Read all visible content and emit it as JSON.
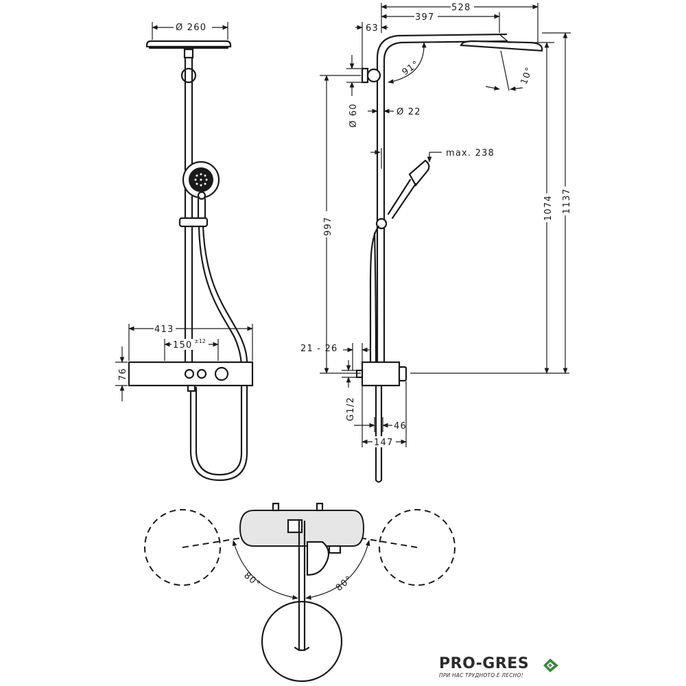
{
  "dimensions": {
    "front_head_diameter": "Ø 260",
    "thermostat_width": "413",
    "outlet_spacing": "150",
    "outlet_spacing_tol": "±12",
    "thermostat_height": "76",
    "arm_reach": "528",
    "arm_to_head": "397",
    "wall_offset_top": "63",
    "arm_angle": "91°",
    "head_tilt": "10°",
    "wall_bracket_diameter": "Ø 60",
    "riser_diameter": "Ø 22",
    "handshower_max": "max. 238",
    "riser_height": "997",
    "total_to_arm": "1074",
    "total_height": "1137",
    "wall_gap": "21 - 26",
    "connection_thread": "G1/2",
    "body_depth": "46",
    "thermostat_depth": "147",
    "swivel_left": "80°",
    "swivel_right": "80°"
  },
  "branding": {
    "name": "PRO-GRES",
    "tagline": "ПРИ НАС ТРУДНОТО Е ЛЕСНО!",
    "colors": {
      "text": "#2b2b2b",
      "diamond_outer": "#3a8a3a",
      "diamond_inner": "#7a7a7a"
    }
  }
}
